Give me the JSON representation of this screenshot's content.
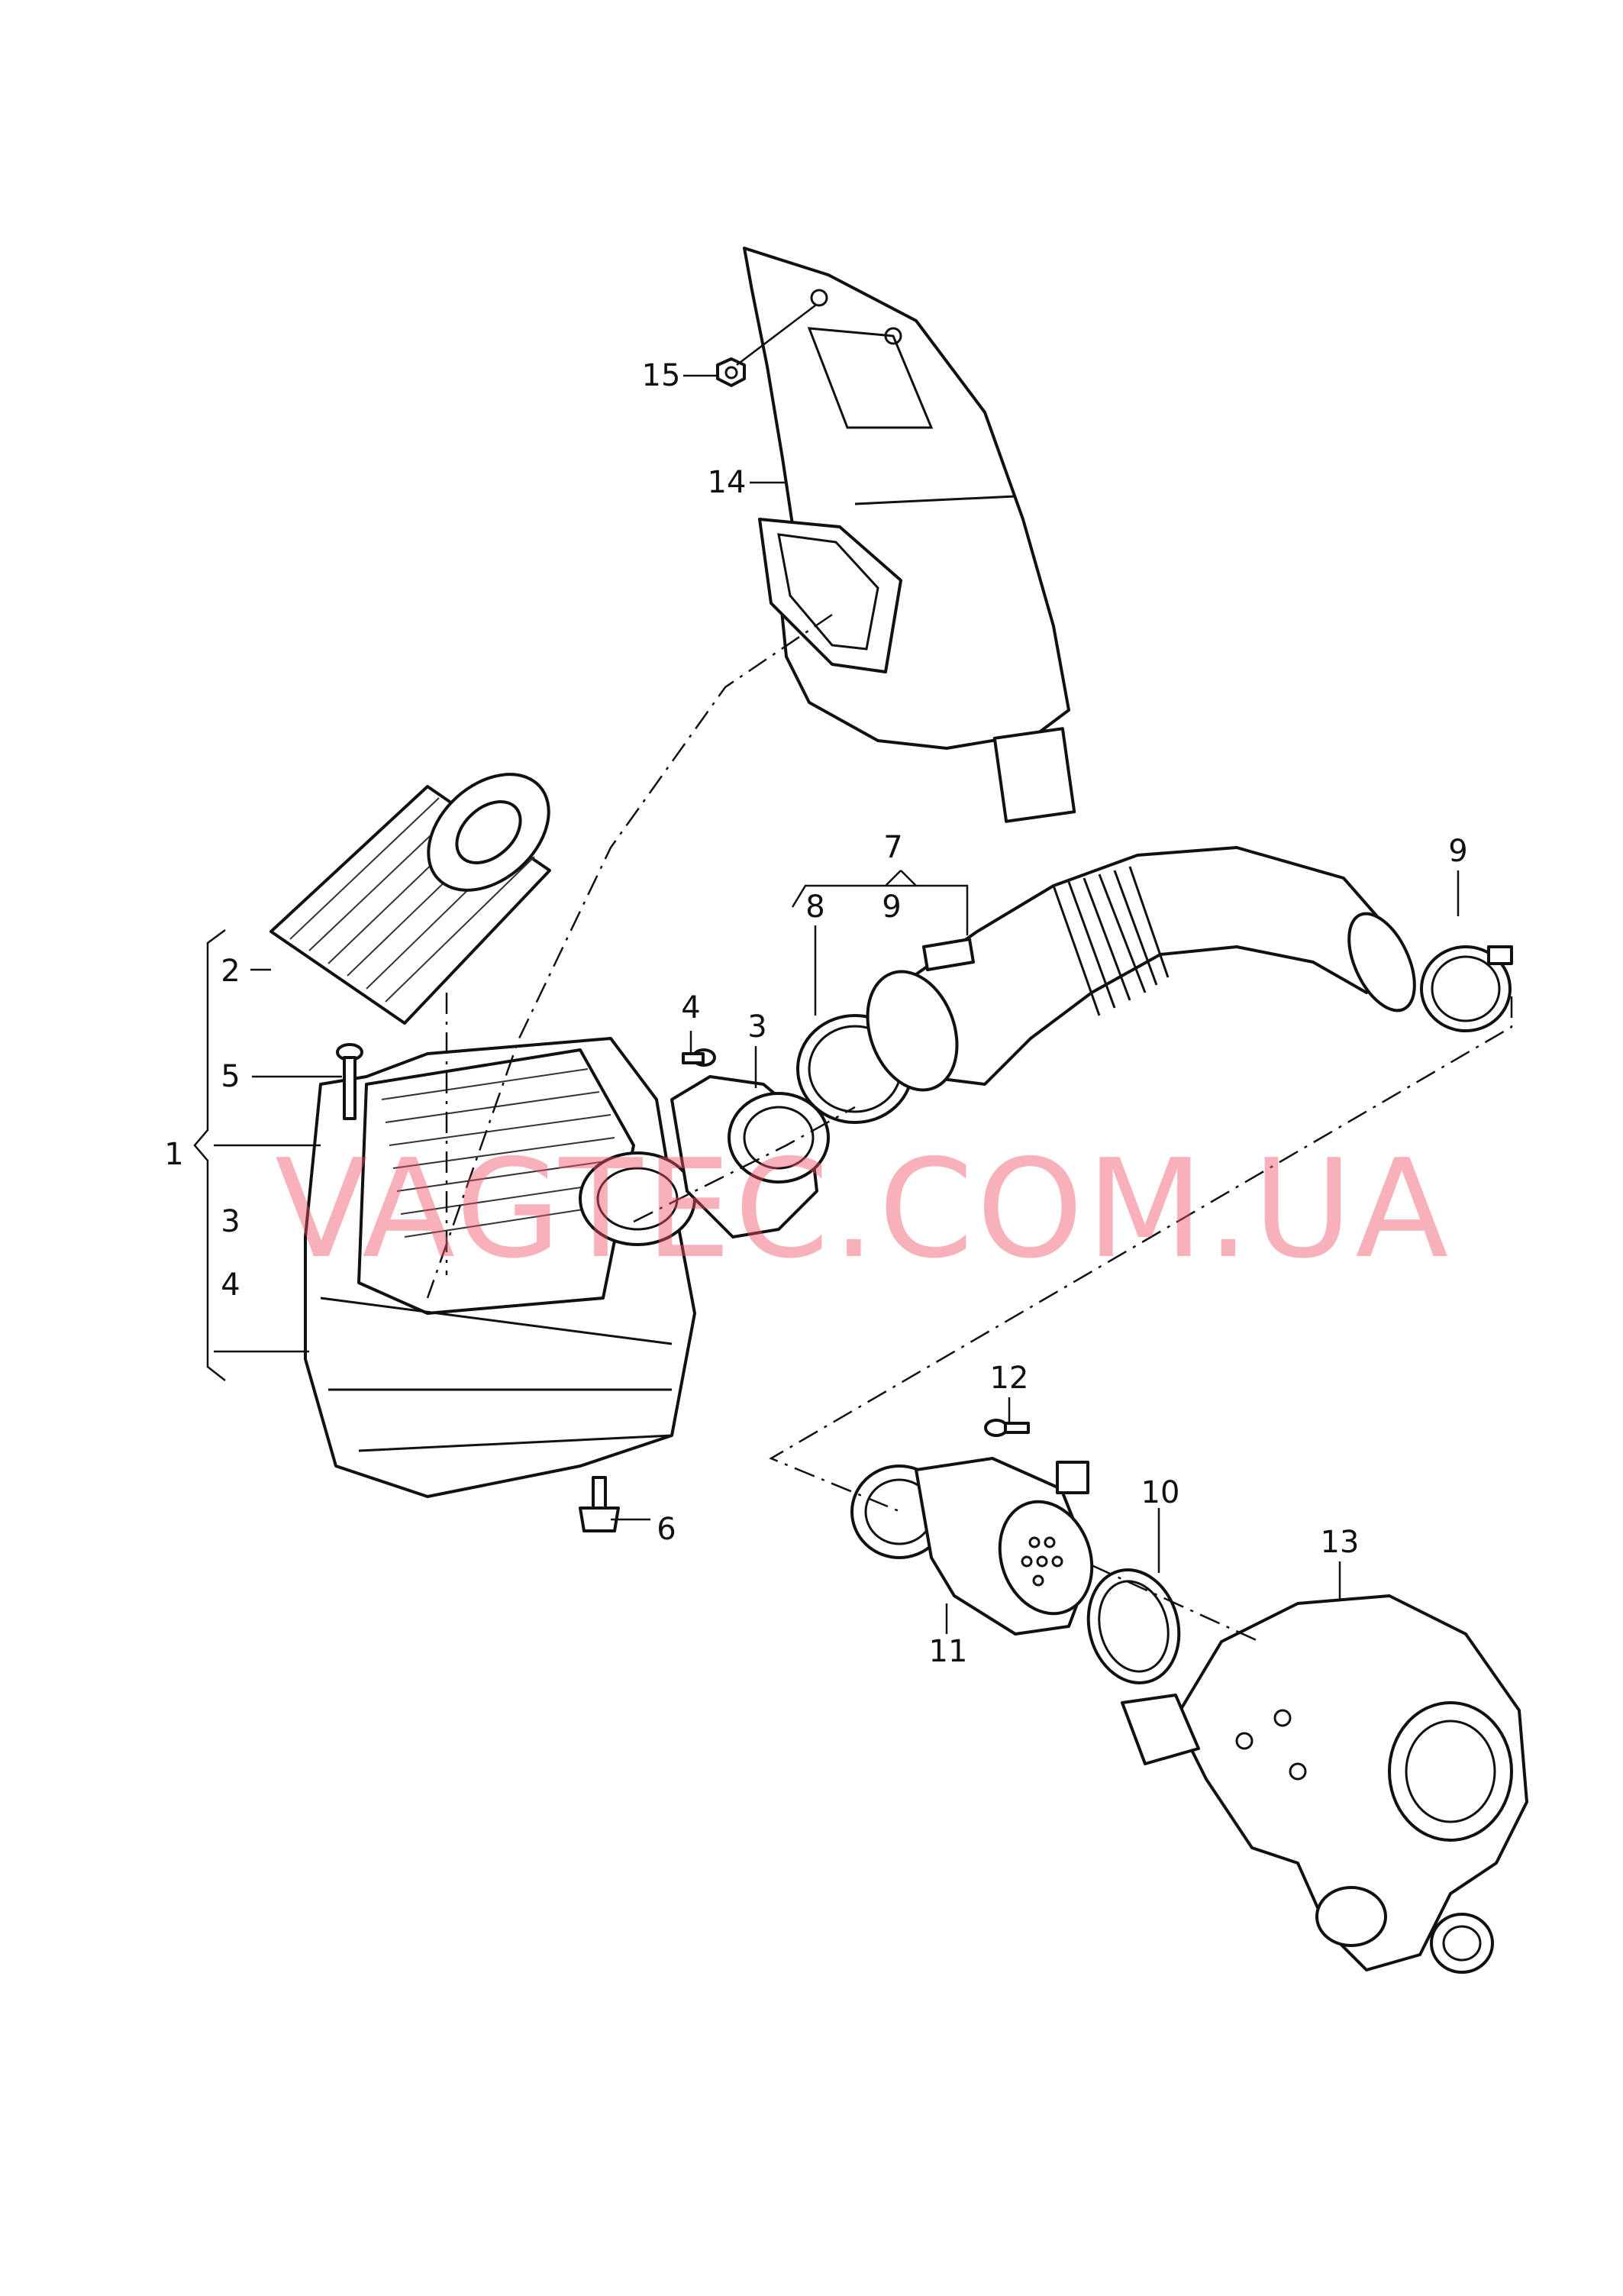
{
  "callouts": {
    "c1": "1",
    "c2": "2",
    "c3a": "3",
    "c3b": "3",
    "c4a": "4",
    "c4b": "4",
    "c5": "5",
    "c6": "6",
    "c7": "7",
    "c8": "8",
    "c9a": "9",
    "c9b": "9",
    "c10": "10",
    "c11": "11",
    "c12": "12",
    "c13": "13",
    "c14": "14",
    "c15": "15"
  },
  "watermark": "VAGTEC.COM.UA",
  "colors": {
    "line": "#111111",
    "watermark": "#f05064",
    "background": "#ffffff"
  }
}
